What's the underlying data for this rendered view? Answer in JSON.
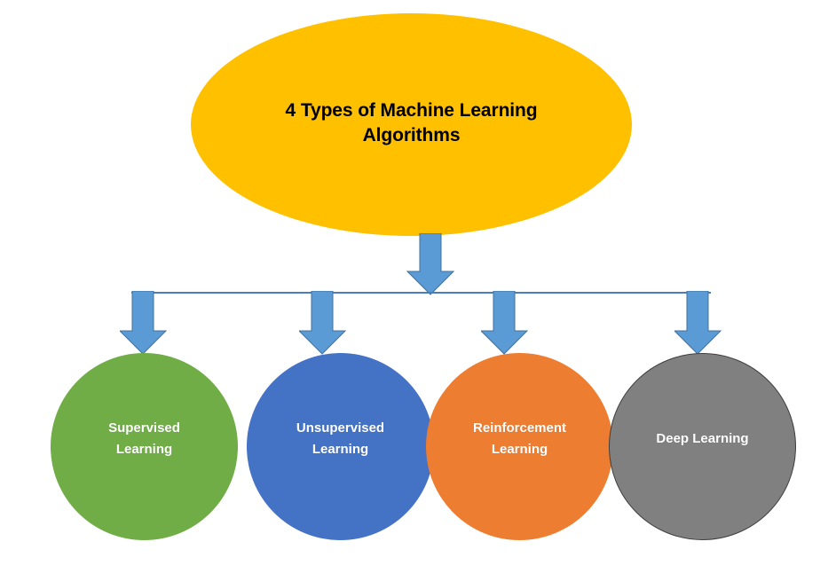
{
  "diagram": {
    "type": "hierarchy-tree",
    "background_color": "#FFFFFF",
    "root": {
      "label": "4 Types of Machine Learning Algorithms",
      "line1": "4 Types of Machine Learning",
      "line2": "Algorithms",
      "shape": "ellipse",
      "fill_color": "#FFC000",
      "text_color": "#000000"
    },
    "connector": {
      "line_color": "#4A7EBB",
      "arrow_color": "#5B9BD5",
      "arrow_outline_color": "#41719C",
      "stem_name": "root-to-bus-arrow"
    },
    "leaves": [
      {
        "id": "supervised",
        "label": "Supervised Learning",
        "line1": "Supervised",
        "line2": "Learning",
        "shape": "circle",
        "fill_color": "#70AD47",
        "text_color": "#FFFFFF"
      },
      {
        "id": "unsupervised",
        "label": "Unsupervised Learning",
        "line1": "Unsupervised",
        "line2": "Learning",
        "shape": "circle",
        "fill_color": "#4472C4",
        "text_color": "#FFFFFF"
      },
      {
        "id": "reinforcement",
        "label": "Reinforcement Learning",
        "line1": "Reinforcement",
        "line2": "Learning",
        "shape": "circle",
        "fill_color": "#ED7D31",
        "text_color": "#FFFFFF"
      },
      {
        "id": "deep",
        "label": "Deep Learning",
        "line1": "Deep Learning",
        "line2": "",
        "shape": "circle",
        "fill_color": "#808080",
        "border_color": "#3F3F3F",
        "text_color": "#FFFFFF"
      }
    ]
  }
}
